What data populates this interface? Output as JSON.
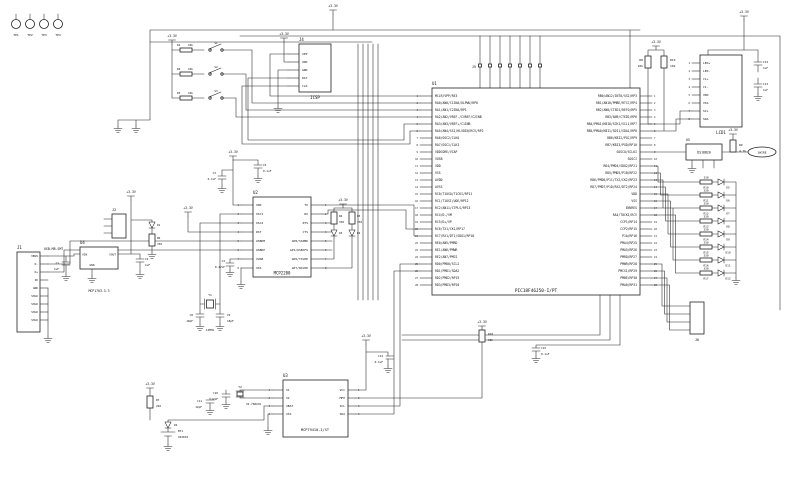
{
  "power": {
    "p33": "+3.3V"
  },
  "testpoints": {
    "labels": [
      "TP1",
      "TP2",
      "TP3",
      "TP4"
    ]
  },
  "switch_rows": [
    {
      "r": "R1",
      "rv": "10k",
      "s": "S1"
    },
    {
      "r": "R2",
      "rv": "10k",
      "s": "S2"
    },
    {
      "r": "R3",
      "rv": "10k",
      "s": "S3"
    }
  ],
  "icsp": {
    "ref": "J4",
    "label": "ICSP",
    "pins": [
      "VPP",
      "VDD",
      "GND",
      "DAT",
      "CLK"
    ]
  },
  "j5": {
    "ref": "J5"
  },
  "u1": {
    "ref": "U1",
    "part": "PIC18F46J50-I/PT",
    "left_pins": [
      "MCLR/VPP/RE3",
      "RA0/AN0/C1INA/ULPWU/RP0",
      "RA1/AN1/C2INA/RP1",
      "RA2/AN2/VREF-/CVREF/C2INB",
      "RA3/AN3/VREF+/C1INB",
      "RA5/AN4/SS1/HLVDIN/RCV/RP2",
      "RA6/OSC2/CLKO",
      "RA7/OSC1/CLKI",
      "VDDCORE/VCAP",
      "VUSB",
      "VDD",
      "VSS",
      "AVDD",
      "AVSS",
      "RC0/T1OSO/T1CKI/RP11",
      "RC1/T1OSI/UOE/RP12",
      "RC2/AN11/CTPLS/RP13",
      "RC4/D-/VM",
      "RC5/D+/VP",
      "RC6/TX1/CK1/RP17",
      "RC7/RX1/DT1/SDO1/RP18",
      "RE0/AN5/PMRD",
      "RE1/AN6/PMWR",
      "RE2/AN7/PMCS",
      "RD0/PMD0/SCL2",
      "RD1/PMD1/SDA2",
      "RD2/PMD2/RP19",
      "RD3/PMD3/RP20"
    ],
    "right_pins": [
      "RB0/AN12/INT0/SS2/RP3",
      "RB1/AN10/PMBE/RTCC/RP4",
      "RB2/AN8/CTED1/REFO/RP5",
      "RB3/AN9/CTED2/RP6",
      "RB4/PMA1/KBI0/SCK1/SCL1/RP7",
      "RB5/PMA0/KBI1/SDI1/SDA1/RP8",
      "RB6/KBI2/PGC/RP9",
      "RB7/KBI3/PGD/RP10",
      "SOSCO/SCLKI",
      "SOSCI",
      "RD4/PMD4/SDO2/RP21",
      "RD5/PMD5/P1B/RP22",
      "RD6/PMD6/P1C/TX2/CK2/RP23",
      "RD7/PMD7/P1D/RX2/DT2/RP24",
      "VDD",
      "VSS",
      "ENVREG",
      "RA4/T0CKI/RCV",
      "CCP1/RP14",
      "CCP2/RP15",
      "P1A/RP16",
      "PMA4/RP25",
      "PMA5/RP26",
      "PMRD/RP27",
      "PMWR/RP28",
      "PMCS1/RP29",
      "PMBE/RP30",
      "PMA0/RP31"
    ]
  },
  "pullups": {
    "r8": "R8",
    "r8v": "10k",
    "r19": "R19",
    "r19v": "10k",
    "r9": "R9",
    "r9v": "4.7k",
    "r18": "R18",
    "r18v": "10k"
  },
  "lcd": {
    "ref": "LCD1",
    "pins": [
      "LED+",
      "LED-",
      "C1+",
      "C1-",
      "VDD",
      "VSS",
      "SCL",
      "SDA"
    ],
    "c12": "C12",
    "c12v": "1uF",
    "c13": "C13",
    "c13v": "1uF"
  },
  "temp": {
    "ref": "U5",
    "part": "DS18B20",
    "flag": "1WIRE"
  },
  "led_bank": {
    "rows": [
      {
        "r": "R10",
        "v": "330",
        "d": "D5"
      },
      {
        "r": "R11",
        "v": "330",
        "d": "D6"
      },
      {
        "r": "R12",
        "v": "330",
        "d": "D7"
      },
      {
        "r": "R13",
        "v": "330",
        "d": "D8"
      },
      {
        "r": "R14",
        "v": "330",
        "d": "D9"
      },
      {
        "r": "R15",
        "v": "330",
        "d": "D10"
      },
      {
        "r": "R16",
        "v": "330",
        "d": "D11"
      },
      {
        "r": "R17",
        "v": "330",
        "d": "D12"
      }
    ]
  },
  "j6": {
    "ref": "J6"
  },
  "u2": {
    "ref": "U2",
    "part": "MCP2200",
    "left_pins": [
      "VDD",
      "OSC1",
      "OSC2",
      "RST",
      "USBDM",
      "USBDP",
      "VUSB",
      "VSS"
    ],
    "right_pins": [
      "TX",
      "RX",
      "RTS",
      "CTS",
      "GP0/SSPND",
      "GP1/USBCFG",
      "GP6/TXLED",
      "GP7/RXLED"
    ],
    "c3": "C3",
    "c3v": "0.1uF",
    "c4": "C4",
    "c4v": "0.47uF",
    "c5": "C5",
    "c5v": "0.1uF"
  },
  "txrx_leds": [
    {
      "r": "R4",
      "v": "330",
      "d": "D3"
    },
    {
      "r": "R5",
      "v": "330",
      "d": "D4"
    }
  ],
  "y1": {
    "ref": "Y1",
    "val": "12MHz",
    "c8": "C8",
    "c8v": "18pF",
    "c9": "C9",
    "c9v": "18pF"
  },
  "usb": {
    "ref": "J1",
    "part": "USB-MB-SMT",
    "pins": [
      "VBUS",
      "D-",
      "D+",
      "ID",
      "GND",
      "SHLD",
      "SHLD",
      "SHLD",
      "SHLD"
    ]
  },
  "reg": {
    "ref": "U4",
    "part": "MCP1703-3.3",
    "vin": "VIN",
    "vout": "VOUT",
    "gnd": "GND",
    "c1": "C1",
    "c1v": "1uF",
    "c2": "C2",
    "c2v": "1uF"
  },
  "pwr_led": {
    "d": "D1",
    "r": "R6",
    "v": "330"
  },
  "j2": {
    "ref": "J2"
  },
  "u3": {
    "ref": "U3",
    "part": "MCP79410-I/ST",
    "left_pins": [
      "X1",
      "X2",
      "VBAT",
      "VSS"
    ],
    "right_pins": [
      "VCC",
      "MFP",
      "SCL",
      "SDA"
    ]
  },
  "y2": {
    "ref": "Y2",
    "val": "32.768kHz",
    "c10": "C10",
    "c10v": "12pF",
    "c11": "C11",
    "c11v": "12pF"
  },
  "bat": {
    "ref": "BT1",
    "val": "CR2032",
    "d": "D2",
    "r": "R7",
    "rv": "220"
  },
  "bottom": {
    "c14": "C14",
    "c14v": "0.1uF",
    "c15": "C15",
    "c15v": "0.1uF"
  }
}
